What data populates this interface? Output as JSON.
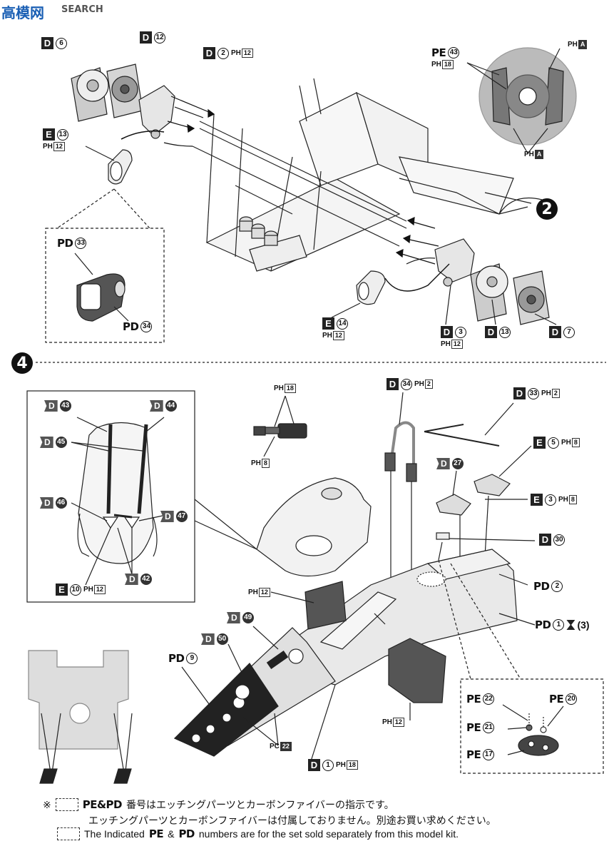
{
  "watermark": {
    "brand": "高模网",
    "sub": "SEARCH"
  },
  "steps": {
    "step2": "2",
    "step4": "4"
  },
  "labels_top": {
    "d6": {
      "box": "D",
      "num": "6"
    },
    "d12": {
      "box": "D",
      "num": "12"
    },
    "d2": {
      "box": "D",
      "num": "2",
      "ph": "12"
    },
    "e13": {
      "box": "E",
      "num": "13",
      "ph": "12"
    },
    "pd33": {
      "box": "PD",
      "num": "33"
    },
    "pd34": {
      "box": "PD",
      "num": "34"
    },
    "pe43": {
      "box": "PE",
      "num": "43",
      "ph": "18"
    },
    "pha1": "A",
    "pha2": "A",
    "e14": {
      "box": "E",
      "num": "14",
      "ph": "12"
    },
    "d3": {
      "box": "D",
      "num": "3",
      "ph": "12"
    },
    "d13": {
      "box": "D",
      "num": "13"
    },
    "d7": {
      "box": "D",
      "num": "7"
    }
  },
  "labels_bottom": {
    "d43": {
      "box": "D",
      "num": "43"
    },
    "d44": {
      "box": "D",
      "num": "44"
    },
    "d45": {
      "box": "D",
      "num": "45"
    },
    "d46": {
      "box": "D",
      "num": "46"
    },
    "d47": {
      "box": "D",
      "num": "47"
    },
    "d42": {
      "box": "D",
      "num": "42"
    },
    "e10": {
      "box": "E",
      "num": "10",
      "ph": "12"
    },
    "ph18": "18",
    "ph8": "8",
    "d34": {
      "box": "D",
      "num": "34",
      "ph": "2"
    },
    "d33": {
      "box": "D",
      "num": "33",
      "ph": "2"
    },
    "e5": {
      "box": "E",
      "num": "5",
      "ph": "8"
    },
    "d27": {
      "box": "D",
      "num": "27"
    },
    "e3": {
      "box": "E",
      "num": "3",
      "ph": "8"
    },
    "d30": {
      "box": "D",
      "num": "30"
    },
    "pd2": {
      "box": "PD",
      "num": "2"
    },
    "pd1": {
      "box": "PD",
      "num": "1",
      "extra": "(3)"
    },
    "ph12a": "12",
    "d49": {
      "box": "D",
      "num": "49"
    },
    "d50": {
      "box": "D",
      "num": "50"
    },
    "pd9": {
      "box": "PD",
      "num": "9"
    },
    "pc22": "22",
    "ph12b": "12",
    "d1": {
      "box": "D",
      "num": "1",
      "ph": "18"
    },
    "pe22": {
      "box": "PE",
      "num": "22"
    },
    "pe20": {
      "box": "PE",
      "num": "20"
    },
    "pe21": {
      "box": "PE",
      "num": "21"
    },
    "pe17": {
      "box": "PE",
      "num": "17"
    }
  },
  "ph_prefix": "PH",
  "pc_prefix": "PC",
  "footer": {
    "mark": "※",
    "pepd": "PE&PD",
    "jp1": "番号はエッチングパーツとカーボンファイバーの指示です。",
    "jp2": "エッチングパーツとカーボンファイバーは付属しておりません。別途お買い求めください。",
    "en_pre": "The Indicated",
    "en_pe": "PE",
    "en_amp": "&",
    "en_pd": "PD",
    "en_post": "numbers are for the set sold separately from this model kit."
  }
}
